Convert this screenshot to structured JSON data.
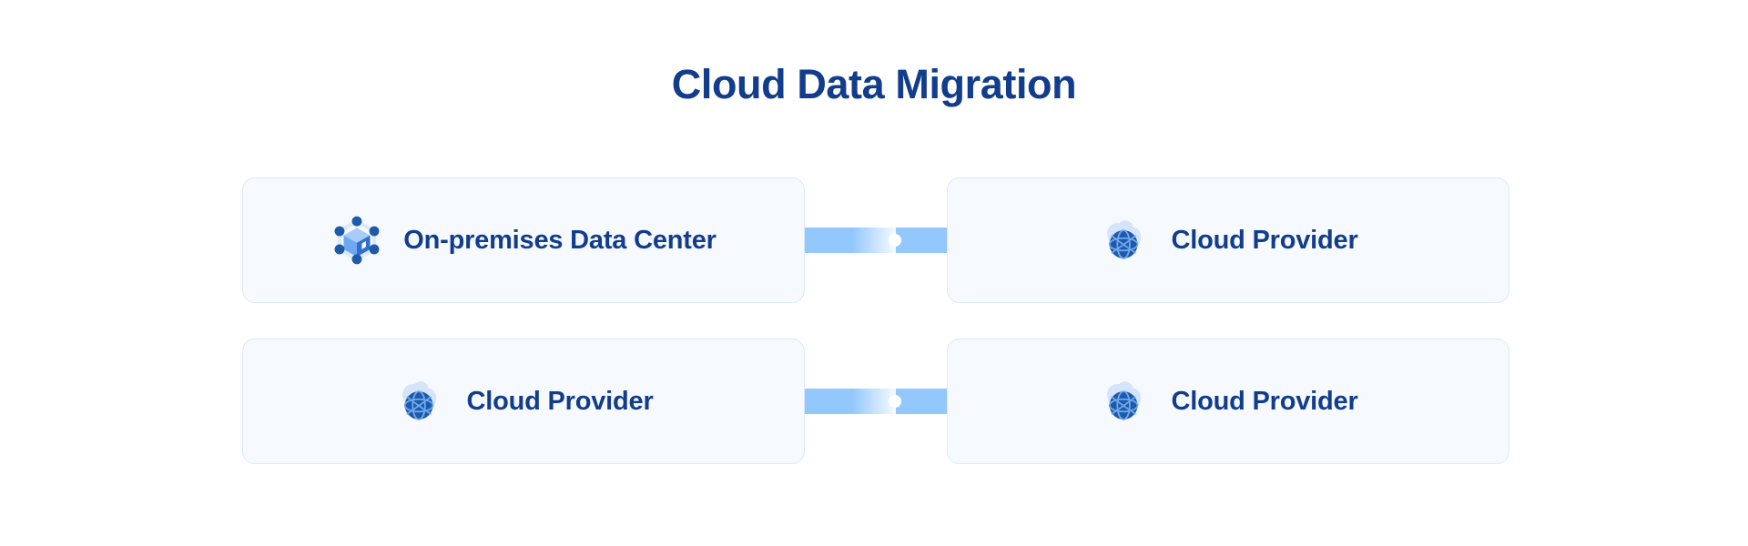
{
  "header": {
    "title": "Cloud Data Migration"
  },
  "colors": {
    "page_background": "#ffffff",
    "title_text": "#123c8c",
    "card_background": "#f6fafe",
    "card_border": "#dbe9f8",
    "card_label_text": "#123c8c",
    "connector_bar": "#93c8fd",
    "connector_packet": "#ffffff",
    "icon_dark_blue": "#1f5aa8",
    "icon_mid_blue": "#2f6fd0",
    "icon_light_blue": "#8cbcf5",
    "icon_pale_blue": "#d5e4fb",
    "icon_line_blue": "#dce9fb"
  },
  "diagram": {
    "type": "migration-flow",
    "rows": [
      {
        "source": {
          "label": "On-premises Data Center",
          "icon": "on-premises-data-center-icon"
        },
        "connector": {
          "direction": "left-to-right",
          "packet_visible": true
        },
        "target": {
          "label": "Cloud Provider",
          "icon": "cloud-provider-icon"
        }
      },
      {
        "source": {
          "label": "Cloud Provider",
          "icon": "cloud-provider-icon"
        },
        "connector": {
          "direction": "left-to-right",
          "packet_visible": true
        },
        "target": {
          "label": "Cloud Provider",
          "icon": "cloud-provider-icon"
        }
      }
    ]
  }
}
